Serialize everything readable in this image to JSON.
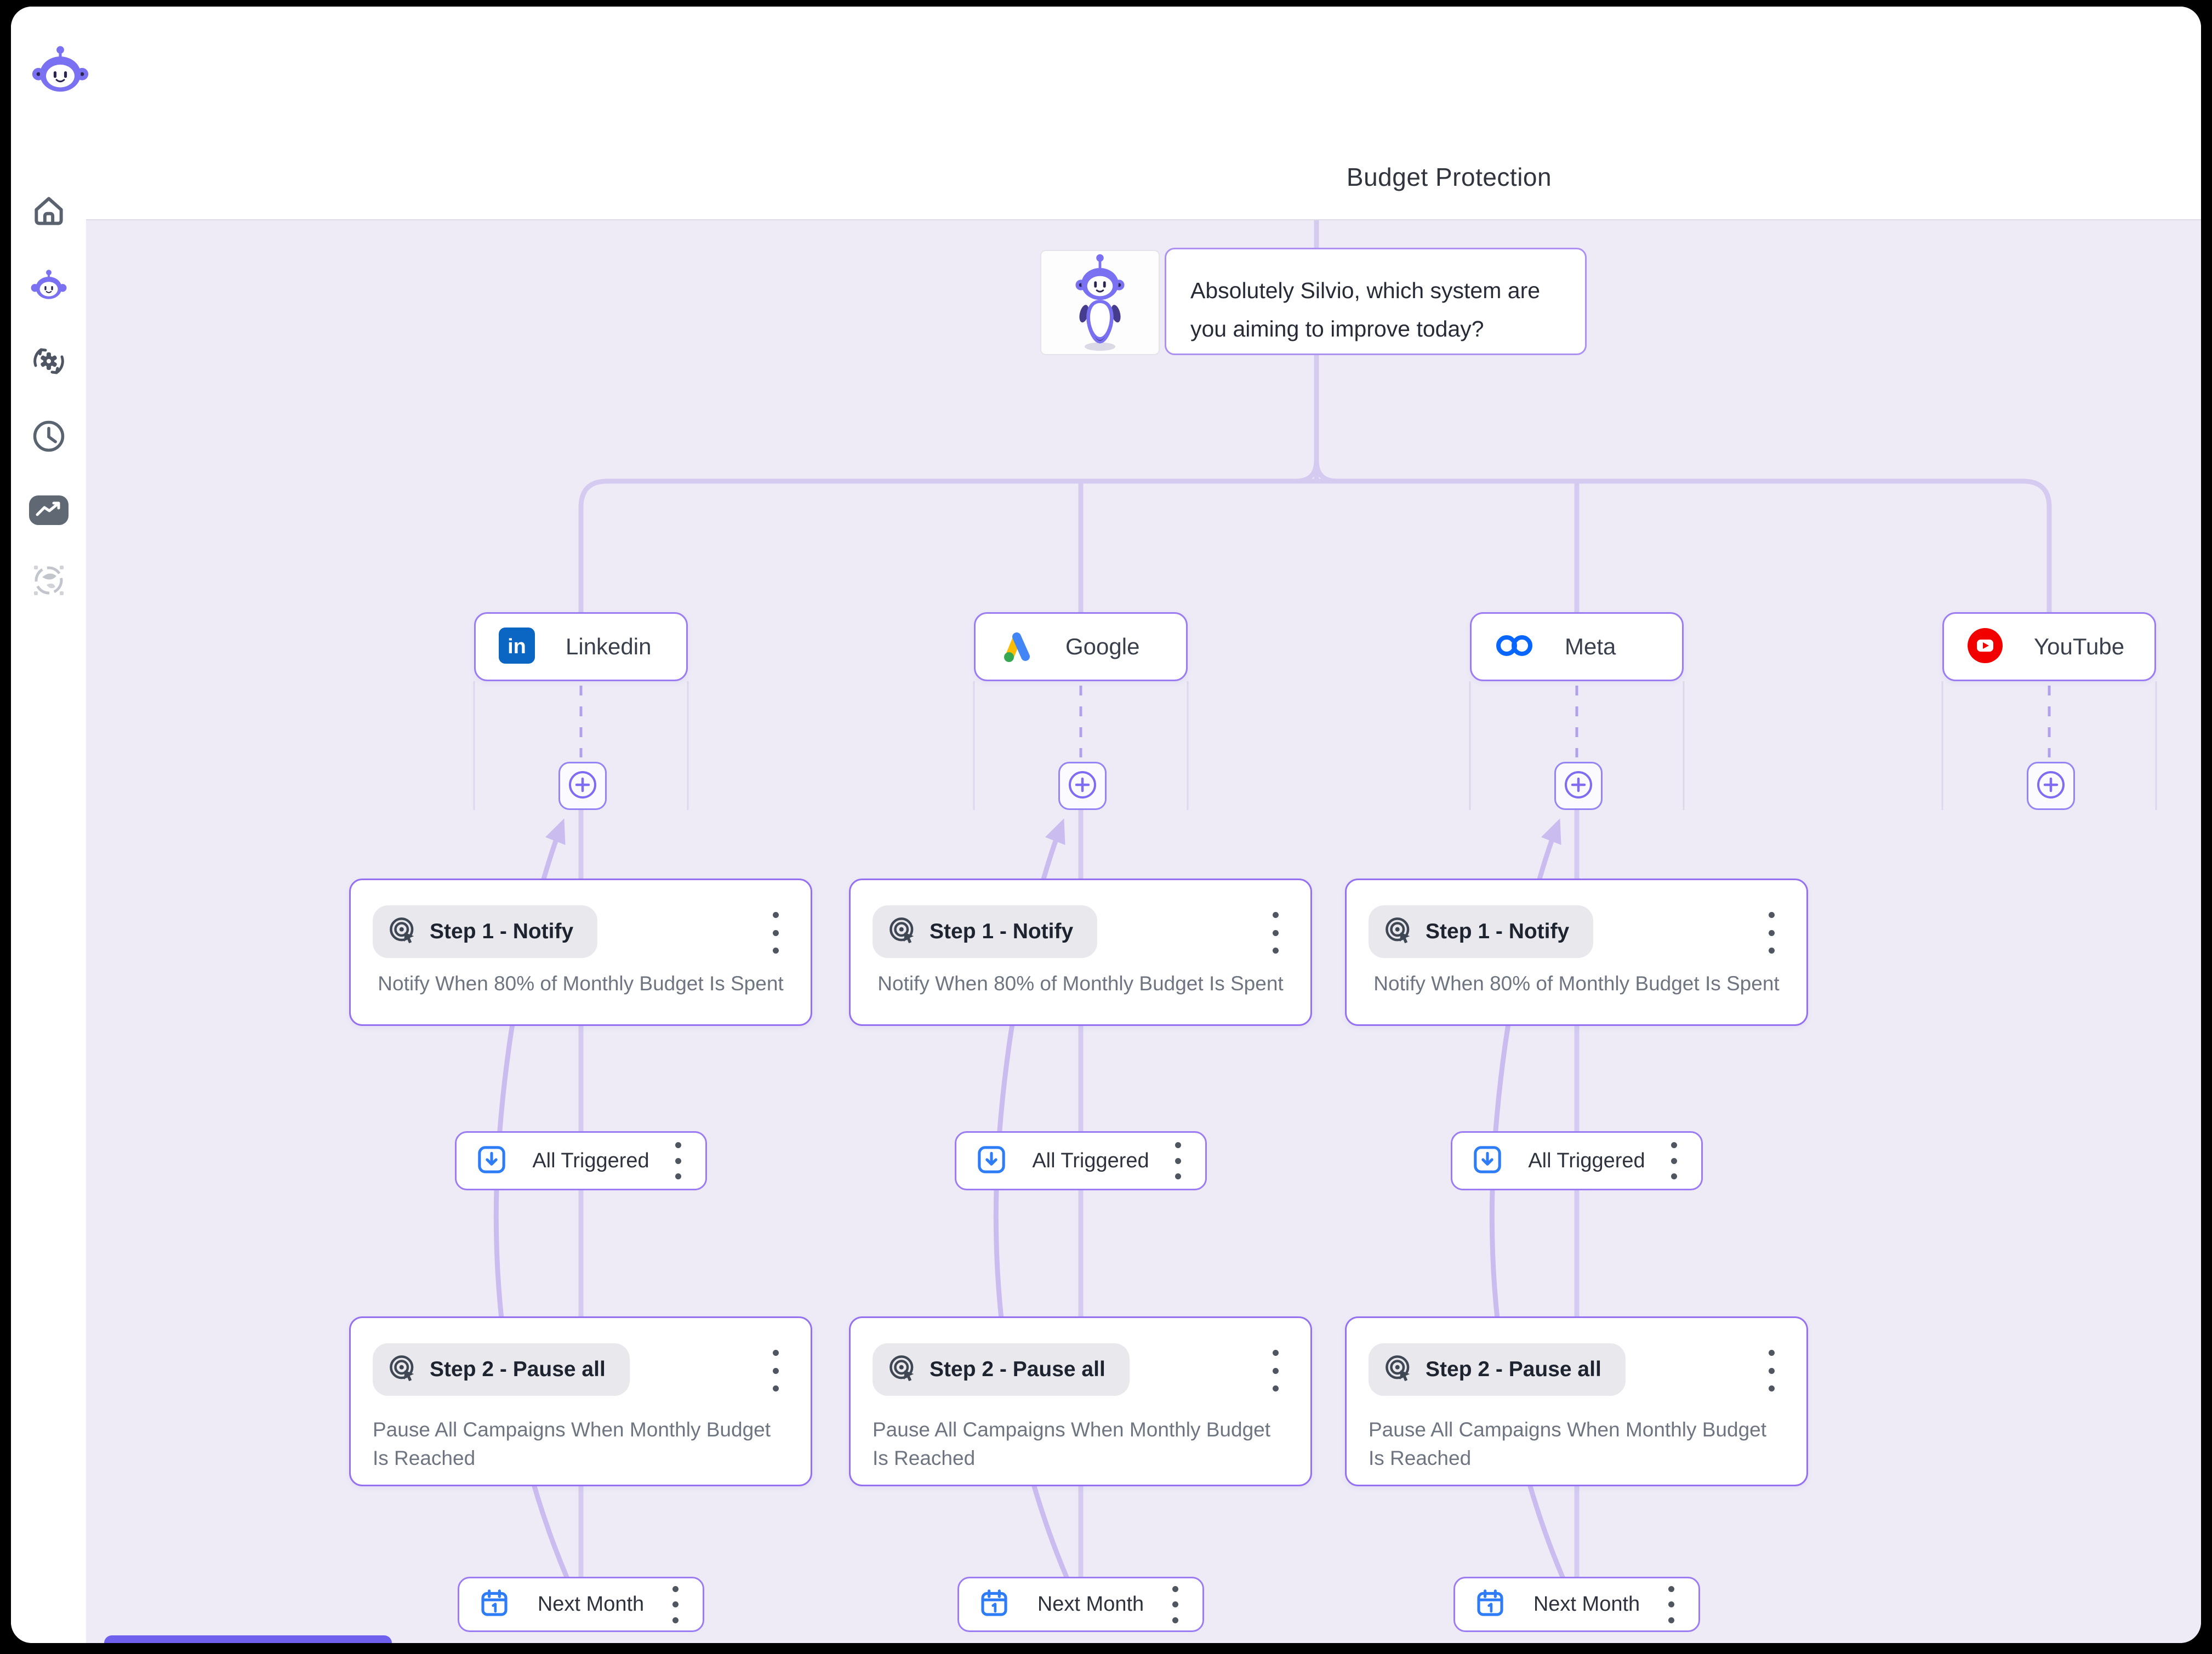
{
  "app": {
    "title": "Budget Protection"
  },
  "sidebar": {
    "items": [
      {
        "id": "home",
        "active": false
      },
      {
        "id": "assistant",
        "active": true
      },
      {
        "id": "automations",
        "active": false
      },
      {
        "id": "history",
        "active": false
      },
      {
        "id": "analytics",
        "active": false
      },
      {
        "id": "integrations",
        "active": false
      }
    ]
  },
  "chat": {
    "message": "Absolutely Silvio, which system are you aiming to improve today?"
  },
  "flow": {
    "columns": [
      {
        "platform": "Linkedin",
        "has_steps": true
      },
      {
        "platform": "Google",
        "has_steps": true
      },
      {
        "platform": "Meta",
        "has_steps": true
      },
      {
        "platform": "YouTube",
        "has_steps": false
      }
    ],
    "step1": {
      "badge": "Step 1 - Notify",
      "description": "Notify When 80% of Monthly Budget Is Spent"
    },
    "trigger": {
      "label": "All Triggered"
    },
    "step2": {
      "badge": "Step 2 - Pause all",
      "description": "Pause All Campaigns When Monthly Budget Is Reached"
    },
    "loop": {
      "label": "Next Month"
    }
  },
  "colors": {
    "accent_purple": "#7a70f2",
    "connector_line": "#d5cbf1",
    "loop_line": "#cbbcf0",
    "dashed_line": "#b1a1ea",
    "node_border": "#9c7cf3",
    "canvas_bg": "#eeebf7",
    "icon_blue": "#2e7cf6",
    "linkedin_blue": "#0a66c2",
    "youtube_red": "#f20000",
    "meta_blue": "#0866ff",
    "google_yellow": "#fbbc04",
    "google_blue": "#4285f4",
    "google_green": "#34a853"
  }
}
